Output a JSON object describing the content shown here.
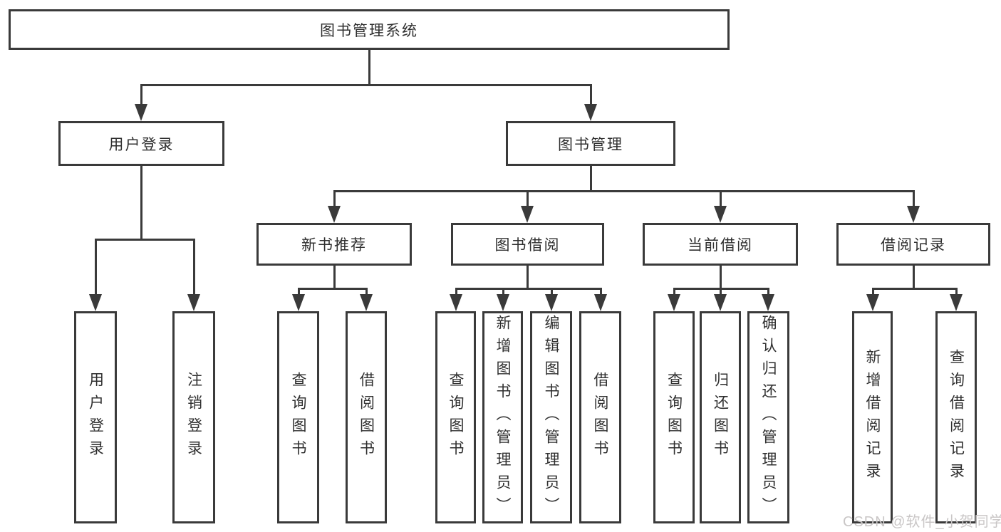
{
  "title_node": "图书管理系统",
  "level2": {
    "user_login": "用户登录",
    "book_mgmt": "图书管理"
  },
  "level3": {
    "new_book_rec": "新书推荐",
    "book_borrow": "图书借阅",
    "current_borrow": "当前借阅",
    "borrow_record": "借阅记录"
  },
  "leaves": {
    "user_login": [
      "用户登录",
      "注销登录"
    ],
    "new_book_rec": [
      "查询图书",
      "借阅图书"
    ],
    "book_borrow": [
      "查询图书",
      "新增图书（管理员）",
      "编辑图书（管理员）",
      "借阅图书"
    ],
    "current_borrow": [
      "查询图书",
      "归还图书",
      "确认归还（管理员）"
    ],
    "borrow_record": [
      "新增借阅记录",
      "查询借阅记录"
    ]
  },
  "watermark": "CSDN @软件_小贺同学",
  "colors": {
    "line": "#3a3a3a",
    "text": "#2f2f2f",
    "watermark": "#c9c6c6",
    "background": "#ffffff"
  }
}
